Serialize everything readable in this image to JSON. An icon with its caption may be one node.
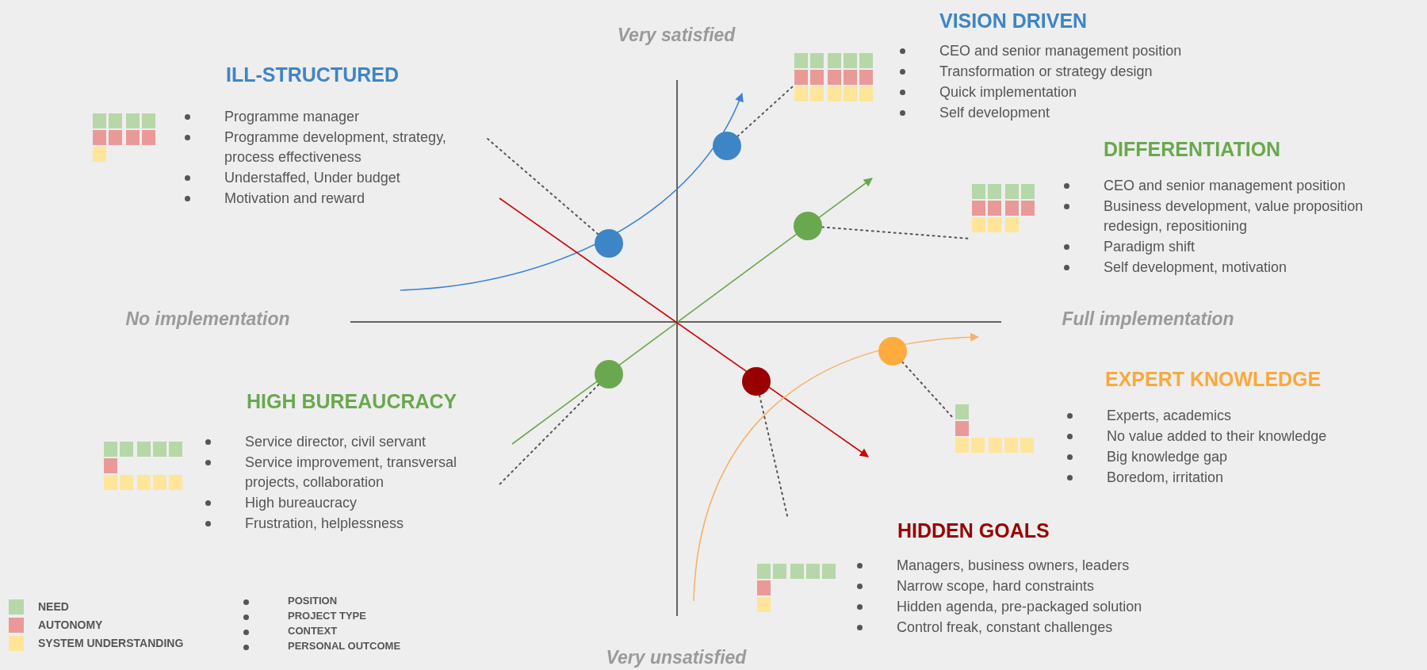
{
  "diagram": {
    "nodes": [
      {
        "text": [
          "VISION DRIVEN",
          "CEO and senior management position",
          "Transformation or strategy design",
          "Quick implementation",
          "Self development"
        ]
      },
      {
        "text": [
          "ILL-STRUCTURED",
          "Programme manager",
          "Programme development, strategy, process effectiveness",
          "Understaffed, Under budget",
          "Motivation and reward"
        ]
      },
      {
        "text": [],
        "shape": "circle"
      },
      {
        "text": [
          "DIFFERENTIATION",
          "CEO and senior management position",
          "Business development, value proposition redesign, repositioning",
          "Paradigm shift",
          "Self development, motivation"
        ]
      },
      {
        "text": [],
        "shape": "circle"
      },
      {
        "text": [],
        "shape": "circle"
      },
      {
        "text": [],
        "shape": "circle"
      },
      {
        "text": [],
        "shape": "circle"
      },
      {
        "text": [],
        "shape": "circle"
      },
      {
        "text": [
          "EXPERT KNOWLEDGE",
          "Experts, academics",
          "No value added to their knowledge",
          "Big knowledge gap",
          "Boredom, irritation"
        ]
      },
      {
        "text": [
          "HIGH BUREAUCRACY",
          "Service director, civil servant",
          "Service improvement, transversal projects, collaboration",
          "High bureaucracy",
          "Frustration, helplessness"
        ]
      },
      {
        "text": [
          "HIDDEN GOALS",
          "Managers, business owners, leaders",
          "Narrow scope, hard constraints",
          "Hidden agenda, pre-packaged solution",
          "Control freak, constant challenges"
        ]
      }
    ],
    "edges": [
      {
        "from": 2,
        "to": 0,
        "arrow": "none",
        "style": "dashed"
      },
      {
        "from": 5,
        "to": 1,
        "arrow": "none",
        "style": "dashed"
      },
      {
        "from": 4,
        "to": 3,
        "arrow": "none",
        "style": "dashed"
      },
      {
        "from": 7,
        "to": 9,
        "arrow": "none",
        "style": "dashed"
      },
      {
        "from": 6,
        "to": 10,
        "arrow": "none",
        "style": "dashed"
      },
      {
        "from": 8,
        "to": 11,
        "arrow": "none",
        "style": "dashed"
      }
    ],
    "labels": [
      "Very satisfied",
      "No implementation",
      "Full implementation",
      "Very unsatisfied"
    ],
    "legend": [
      {
        "text": "NEED",
        "color": "#b6d7a8"
      },
      {
        "text": "AUTONOMY",
        "color": "#ea9999"
      },
      {
        "text": "SYSTEM UNDERSTANDING",
        "color": "#ffe599"
      },
      {
        "text": "POSITION"
      },
      {
        "text": "PROJECT TYPE"
      },
      {
        "text": "CONTEXT"
      },
      {
        "text": "PERSONAL OUTCOME"
      }
    ]
  }
}
